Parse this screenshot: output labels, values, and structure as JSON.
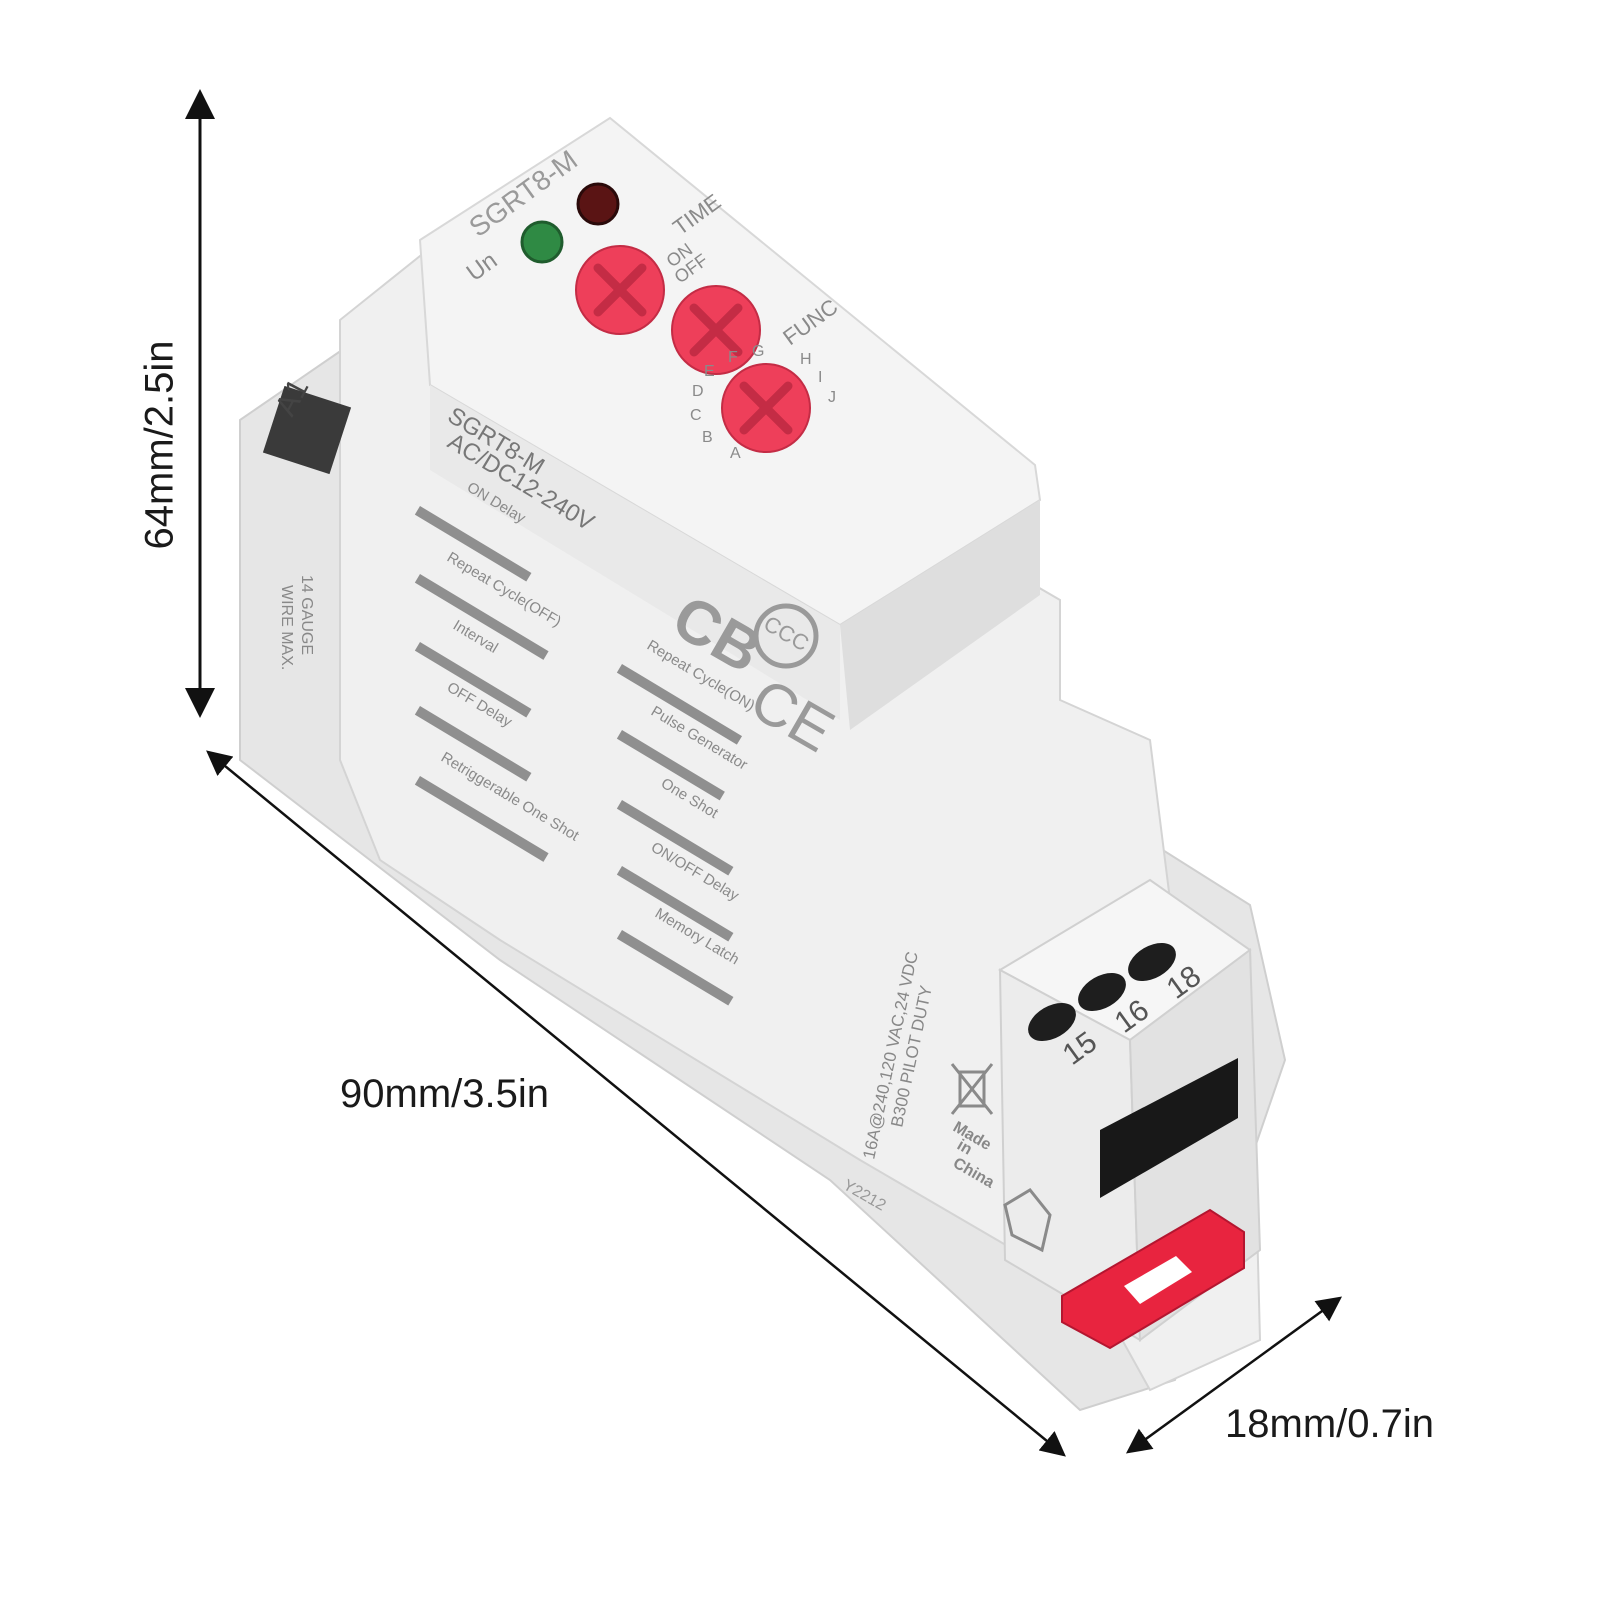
{
  "dimensions": {
    "height": "64mm/2.5in",
    "length": "90mm/3.5in",
    "width": "18mm/0.7in"
  },
  "device": {
    "model_front": "SGRT8-M",
    "model_side": "SGRT8-M",
    "voltage": "AC/DC12-240V",
    "led_power_label": "Un",
    "knob_time_label": "TIME",
    "knob_time_on": "ON",
    "knob_time_off": "OFF",
    "knob_func_label": "FUNC",
    "function_letters": [
      "A",
      "B",
      "C",
      "D",
      "E",
      "F",
      "G",
      "H",
      "I",
      "J"
    ],
    "function_modes": [
      "ON Delay",
      "Repeat Cycle(OFF)",
      "Interval",
      "OFF Delay",
      "Retriggerable One Shot",
      "Repeat Cycle(ON)",
      "Pulse Generator",
      "One Shot",
      "ON/OFF Delay",
      "Memory Latch"
    ],
    "terminal_side_label": "A1",
    "wire_gauge": [
      "14 GAUGE",
      "WIRE MAX."
    ],
    "terminals": [
      "15",
      "16",
      "18"
    ],
    "contact_rating": "16A@240,120 VAC,24 VDC",
    "pilot_duty": "B300 PILOT DUTY",
    "origin": [
      "Made",
      "in",
      "China"
    ],
    "date_code": "Y2212",
    "marks": [
      "CB",
      "CCC",
      "CE"
    ],
    "colors": {
      "housing": "#eeeeee",
      "knob": "#ee3f5a",
      "clip": "#e8243f",
      "led_green": "#2f8a44",
      "led_red": "#5a1414"
    }
  }
}
